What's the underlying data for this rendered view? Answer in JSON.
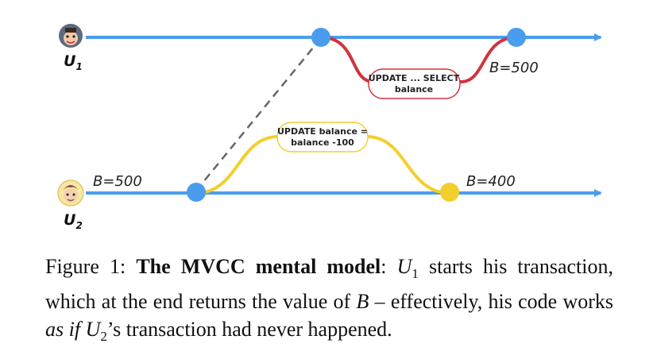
{
  "users": {
    "u1": {
      "letter": "U",
      "sub": "1"
    },
    "u2": {
      "letter": "U",
      "sub": "2"
    }
  },
  "labels": {
    "u1_end_balance": "B=500",
    "u2_start_balance": "B=500",
    "u2_end_balance": "B=400"
  },
  "pills": {
    "u1_op_line1": "UPDATE ... SELECT",
    "u1_op_line2": "balance",
    "u2_op_line1": "UPDATE balance =",
    "u2_op_line2": "balance -100"
  },
  "caption": {
    "prefix": "Figure 1: ",
    "bold": "The MVCC mental model",
    "colon": ": ",
    "u1_var": "U",
    "u1_sub": "1",
    "part1": " starts his transaction, which at the end returns the value of ",
    "b_var": "B",
    "part2": " – effectively, his code works ",
    "as_if": "as if",
    "space": " ",
    "u2_var": "U",
    "u2_sub": "2",
    "part3": "’s transaction had never happened."
  },
  "colors": {
    "timeline": "#4a9ded",
    "u1_path": "#d0343f",
    "u2_path": "#f2cf2d",
    "dashed": "#666666"
  }
}
